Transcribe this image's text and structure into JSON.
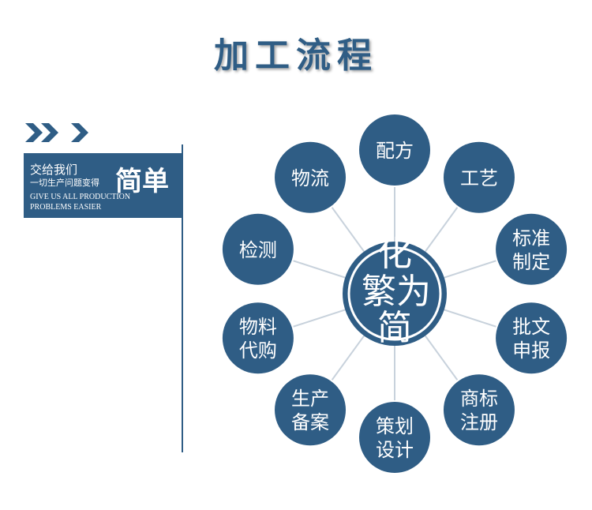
{
  "title": "加工流程",
  "banner": {
    "line1": "交给我们",
    "line2": "一切生产问题变得",
    "big": "简单",
    "en_line1": "GIVE US ALL PRODUCTION",
    "en_line2": "PROBLEMS EASIER"
  },
  "colors": {
    "primary": "#2f5d85",
    "connector": "#c8d2dc"
  },
  "center": {
    "chars": [
      "化",
      "繁",
      "为",
      "简"
    ]
  },
  "nodes": [
    {
      "lines": [
        "配方"
      ]
    },
    {
      "lines": [
        "工艺"
      ]
    },
    {
      "lines": [
        "标准",
        "制定"
      ]
    },
    {
      "lines": [
        "批文",
        "申报"
      ]
    },
    {
      "lines": [
        "商标",
        "注册"
      ]
    },
    {
      "lines": [
        "策划",
        "设计"
      ]
    },
    {
      "lines": [
        "生产",
        "备案"
      ]
    },
    {
      "lines": [
        "物料",
        "代购"
      ]
    },
    {
      "lines": [
        "检测"
      ]
    },
    {
      "lines": [
        "物流"
      ]
    }
  ]
}
